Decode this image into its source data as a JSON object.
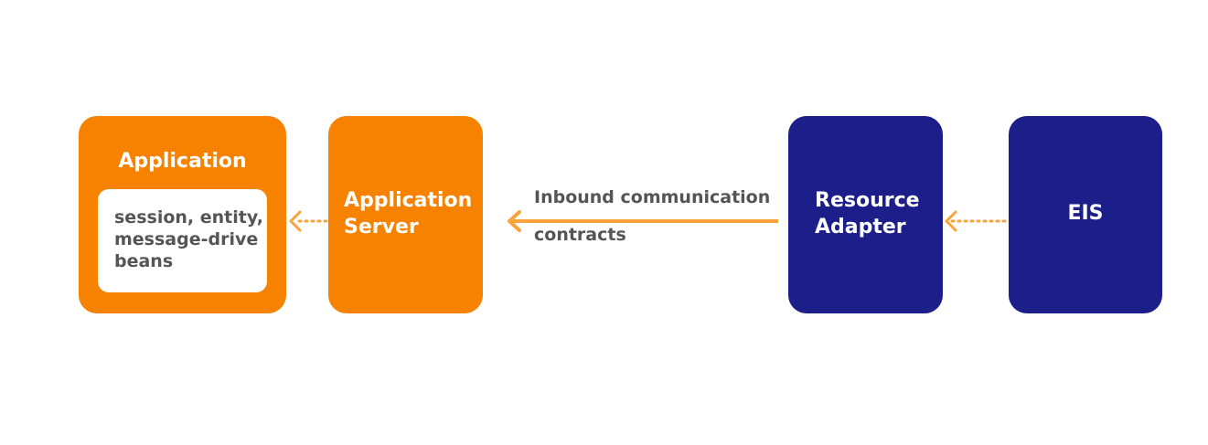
{
  "diagram": {
    "nodes": {
      "application": {
        "title": "Application",
        "components": [
          "session, entity,",
          "message-drive",
          "beans"
        ]
      },
      "app_server": {
        "title_line1": "Application",
        "title_line2": "Server"
      },
      "resource_adapter": {
        "title_line1": "Resource",
        "title_line2": "Adapter"
      },
      "eis": {
        "title": "EIS"
      }
    },
    "connectors": {
      "inbound": {
        "label_line1": "Inbound communication",
        "label_line2": "contracts"
      }
    },
    "colors": {
      "orange": "#f78200",
      "navy": "#1c1f8a",
      "arrow_orange": "#f7a23a",
      "label_gray": "#555555"
    }
  }
}
